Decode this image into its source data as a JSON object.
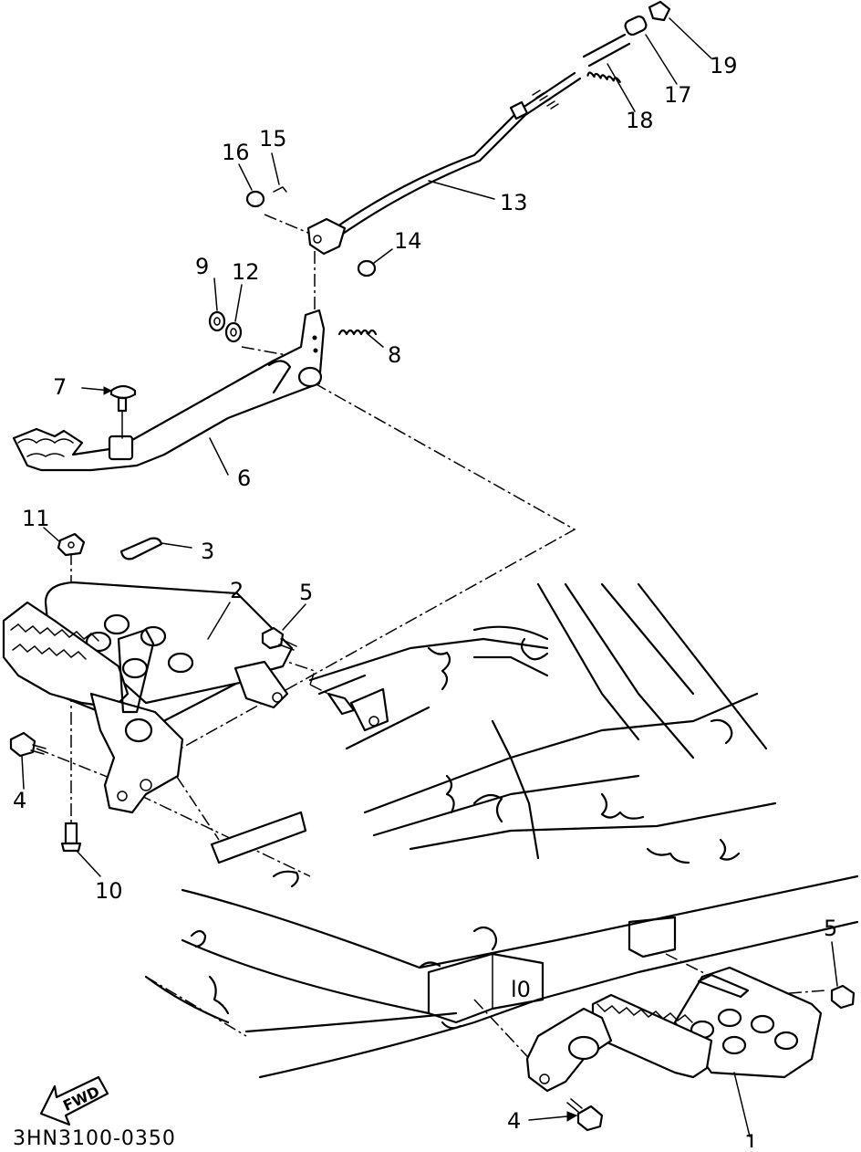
{
  "diagram": {
    "code": "3HN3100-0350",
    "fwd_label": "FWD",
    "callouts": [
      {
        "id": "c1",
        "label": "1"
      },
      {
        "id": "c2",
        "label": "2"
      },
      {
        "id": "c3",
        "label": "3"
      },
      {
        "id": "c4a",
        "label": "4"
      },
      {
        "id": "c4b",
        "label": "4"
      },
      {
        "id": "c5a",
        "label": "5"
      },
      {
        "id": "c5b",
        "label": "5"
      },
      {
        "id": "c6",
        "label": "6"
      },
      {
        "id": "c7",
        "label": "7"
      },
      {
        "id": "c8",
        "label": "8"
      },
      {
        "id": "c9",
        "label": "9"
      },
      {
        "id": "c10",
        "label": "10"
      },
      {
        "id": "c11",
        "label": "11"
      },
      {
        "id": "c12",
        "label": "12"
      },
      {
        "id": "c13",
        "label": "13"
      },
      {
        "id": "c14",
        "label": "14"
      },
      {
        "id": "c15",
        "label": "15"
      },
      {
        "id": "c16",
        "label": "16"
      },
      {
        "id": "c17",
        "label": "17"
      },
      {
        "id": "c18",
        "label": "18"
      },
      {
        "id": "c19",
        "label": "19"
      }
    ]
  }
}
